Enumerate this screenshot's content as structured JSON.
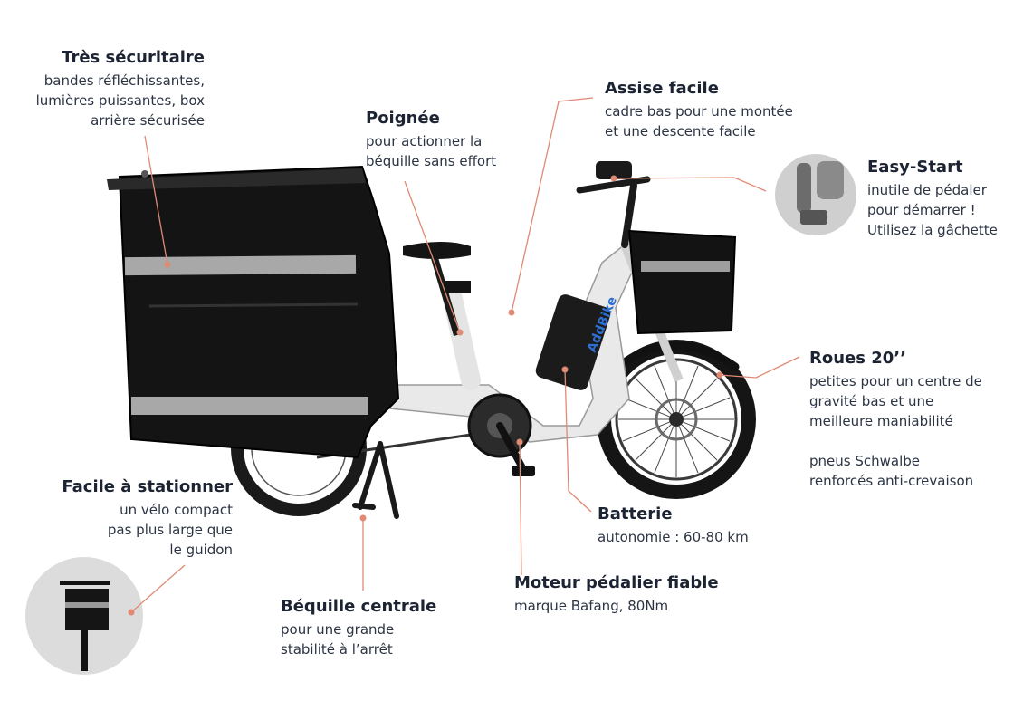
{
  "features": {
    "securitaire": {
      "title": "Très sécuritaire",
      "lines": [
        "bandes réfléchissantes,",
        "lumières puissantes, box",
        "arrière sécurisée"
      ]
    },
    "poignee": {
      "title": "Poignée",
      "lines": [
        "pour actionner la",
        "béquille sans effort"
      ]
    },
    "assise": {
      "title": "Assise facile",
      "lines": [
        "cadre bas pour une montée",
        "et une descente facile"
      ]
    },
    "easystart": {
      "title": "Easy-Start",
      "lines": [
        "inutile de pédaler",
        "pour démarrer !",
        "Utilisez la gâchette"
      ]
    },
    "roues": {
      "title": "Roues 20’’",
      "lines": [
        "petites pour un centre de",
        "gravité bas et une",
        "meilleure maniabilité",
        "pneus Schwalbe",
        "renforcés anti-crevaison"
      ]
    },
    "batterie": {
      "title": "Batterie",
      "lines": [
        "autonomie : 60-80 km"
      ]
    },
    "moteur": {
      "title": "Moteur pédalier fiable",
      "lines": [
        "marque Bafang, 80Nm"
      ]
    },
    "bequille": {
      "title": "Béquille centrale",
      "lines": [
        "pour une grande",
        "stabilité à l’arrêt"
      ]
    },
    "stationner": {
      "title": "Facile à stationner",
      "lines": [
        "un vélo compact",
        "pas plus large que",
        "le guidon"
      ]
    }
  },
  "bike": {
    "brand_logo_text": "AddBike"
  },
  "colors": {
    "accent": "#e08a74",
    "text": "#1c2333",
    "box": "#141414",
    "frame": "#e9e9e9",
    "reflective": "#a8a8a8"
  }
}
